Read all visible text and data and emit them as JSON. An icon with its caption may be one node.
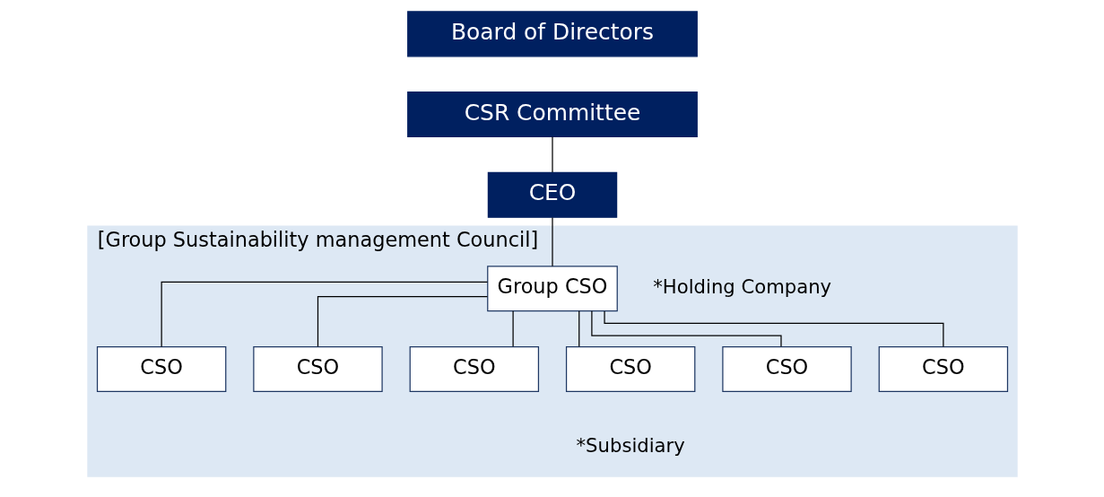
{
  "diagram": {
    "nodes": [
      {
        "text": [
          "Board of Directors"
        ]
      },
      {
        "text": [
          "CSR Committee"
        ]
      },
      {
        "text": [
          "CEO"
        ]
      },
      {
        "text": [
          "[Group Sustainability management Council]"
        ]
      },
      {
        "text": [
          "Group CSO"
        ],
        "in": 3,
        "beside": [
          "*Holding Company"
        ]
      },
      {
        "text": [
          "CSO"
        ],
        "in": 3
      },
      {
        "text": [
          "CSO"
        ],
        "in": 3
      },
      {
        "text": [
          "CSO"
        ],
        "in": 3
      },
      {
        "text": [
          "CSO"
        ],
        "in": 3,
        "beside": [
          "*Subsidiary"
        ]
      },
      {
        "text": [
          "CSO"
        ],
        "in": 3
      },
      {
        "text": [
          "CSO"
        ],
        "in": 3
      }
    ],
    "edges": [
      {
        "from": 1,
        "to": 2,
        "arrow": "none"
      },
      {
        "from": 2,
        "to": 4,
        "arrow": "none"
      },
      {
        "from": 4,
        "to": 5,
        "arrow": "none"
      },
      {
        "from": 4,
        "to": 6,
        "arrow": "none"
      },
      {
        "from": 4,
        "to": 7,
        "arrow": "none"
      },
      {
        "from": 4,
        "to": 8,
        "arrow": "none"
      },
      {
        "from": 4,
        "to": 9,
        "arrow": "none"
      },
      {
        "from": 4,
        "to": 10,
        "arrow": "none"
      }
    ]
  }
}
